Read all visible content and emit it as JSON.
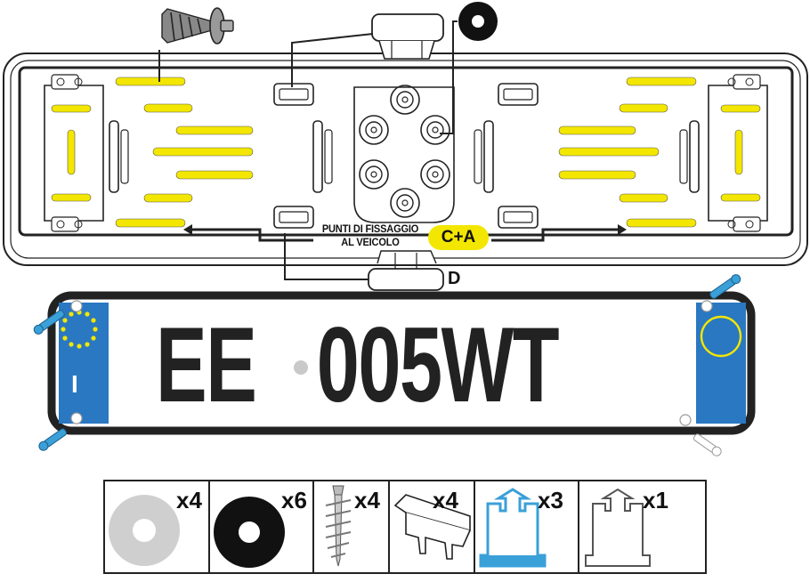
{
  "labels": {
    "mount_line1": "PUNTI DI FISSAGGIO",
    "mount_line2": "AL VEICOLO",
    "badge": "C+A",
    "d_marker": "D"
  },
  "plate": {
    "left_part": "EE",
    "right_part": "005WT",
    "eu_code": "I"
  },
  "parts": [
    {
      "icon": "washer-grey-icon",
      "quantity": "x4"
    },
    {
      "icon": "washer-black-icon",
      "quantity": "x6"
    },
    {
      "icon": "screw-icon",
      "quantity": "x4"
    },
    {
      "icon": "clip-bracket-icon",
      "quantity": "x4"
    },
    {
      "icon": "plug-blue-icon",
      "quantity": "x3"
    },
    {
      "icon": "plug-white-icon",
      "quantity": "x1"
    }
  ],
  "colors": {
    "yellow": "#f3e600",
    "eu_blue": "#2a78c2",
    "plug_blue": "#3aa0d8",
    "washer_grey": "#cfcfcf"
  }
}
